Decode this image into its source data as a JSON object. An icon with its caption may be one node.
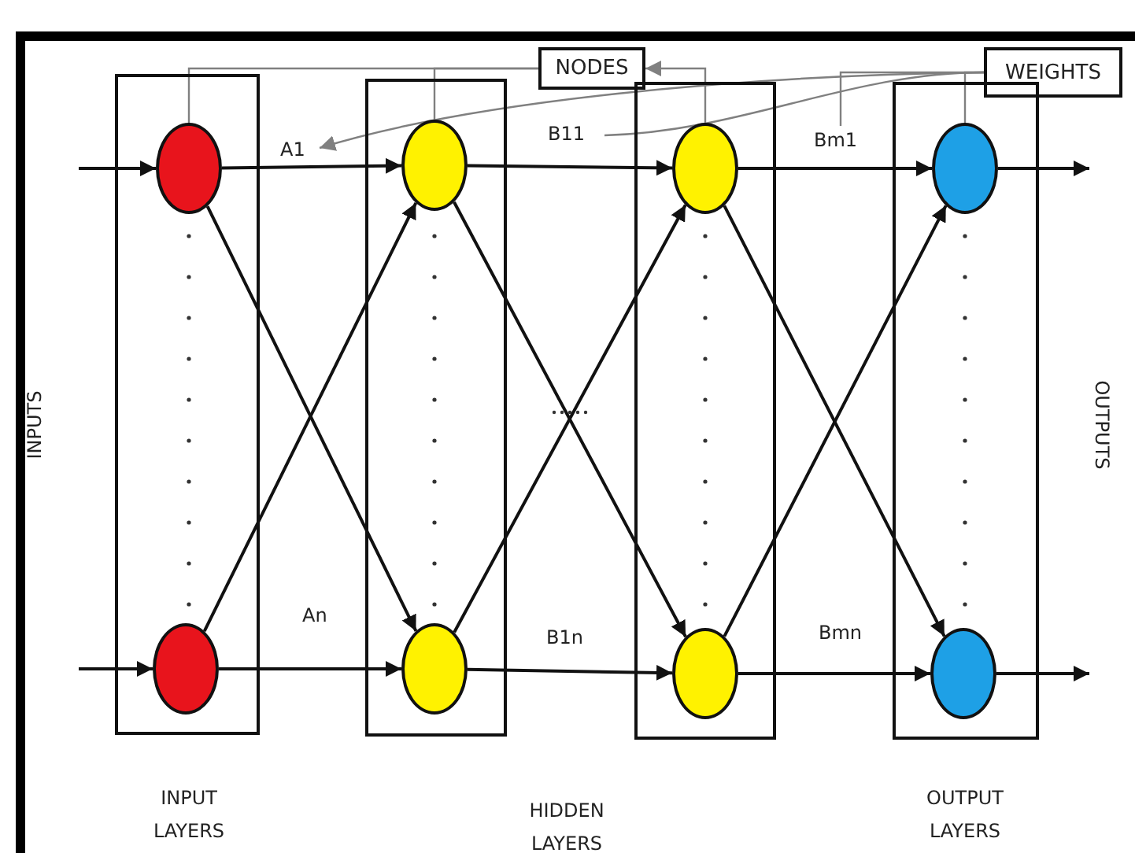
{
  "diagram": {
    "nodes": [
      {
        "text": [
          "NODES"
        ]
      },
      {
        "text": [
          "WEIGHTS"
        ]
      },
      {
        "text": [
          "INPUT LAYERS"
        ]
      },
      {
        "text": [],
        "shape": "circle",
        "in": 2
      },
      {
        "text": [],
        "shape": "circle",
        "in": 2
      },
      {
        "text": [],
        "shape": "box"
      },
      {
        "text": [],
        "shape": "circle",
        "in": 5
      },
      {
        "text": [],
        "shape": "circle",
        "in": 5
      },
      {
        "text": [],
        "shape": "box"
      },
      {
        "text": [],
        "shape": "circle",
        "in": 8
      },
      {
        "text": [],
        "shape": "circle",
        "in": 8
      },
      {
        "text": [
          "OUTPUT LAYERS"
        ]
      },
      {
        "text": [],
        "shape": "circle",
        "in": 11
      },
      {
        "text": [],
        "shape": "circle",
        "in": 11
      }
    ],
    "edges": [
      {
        "from": null,
        "to": 3,
        "arrow": "to"
      },
      {
        "from": null,
        "to": 4,
        "arrow": "to"
      },
      {
        "from": 3,
        "to": 6,
        "arrow": "to",
        "label": "A1"
      },
      {
        "from": 3,
        "to": 7,
        "arrow": "to"
      },
      {
        "from": 4,
        "to": 6,
        "arrow": "to"
      },
      {
        "from": 4,
        "to": 7,
        "arrow": "to",
        "label": "An"
      },
      {
        "from": 6,
        "to": 9,
        "arrow": "to",
        "label": "B11"
      },
      {
        "from": 6,
        "to": 10,
        "arrow": "to"
      },
      {
        "from": 7,
        "to": 9,
        "arrow": "to"
      },
      {
        "from": 7,
        "to": 10,
        "arrow": "to",
        "label": "B1n"
      },
      {
        "from": 9,
        "to": 12,
        "arrow": "to",
        "label": "Bm1"
      },
      {
        "from": 9,
        "to": 13,
        "arrow": "to"
      },
      {
        "from": 10,
        "to": 12,
        "arrow": "to"
      },
      {
        "from": 10,
        "to": 13,
        "arrow": "to",
        "label": "Bmn"
      },
      {
        "from": 12,
        "to": null,
        "arrow": "to"
      },
      {
        "from": 13,
        "to": null,
        "arrow": "to"
      },
      {
        "from": 0,
        "to": 3,
        "arrow": "none",
        "color": "#808080"
      },
      {
        "from": 0,
        "to": 6,
        "arrow": "none",
        "color": "#808080"
      },
      {
        "from": 9,
        "to": 0,
        "arrow": "to",
        "color": "#808080"
      },
      {
        "from": 1,
        "to": 12,
        "arrow": "none",
        "color": "#808080"
      },
      {
        "from": 1,
        "to": null,
        "arrow": "to",
        "color": "#808080"
      },
      {
        "from": 1,
        "to": null,
        "arrow": "none",
        "color": "#808080"
      },
      {
        "from": 1,
        "to": null,
        "arrow": "none",
        "color": "#808080"
      }
    ],
    "labels": [
      "INPUTS",
      "OUTPUTS",
      "HIDDEN LAYERS"
    ]
  }
}
